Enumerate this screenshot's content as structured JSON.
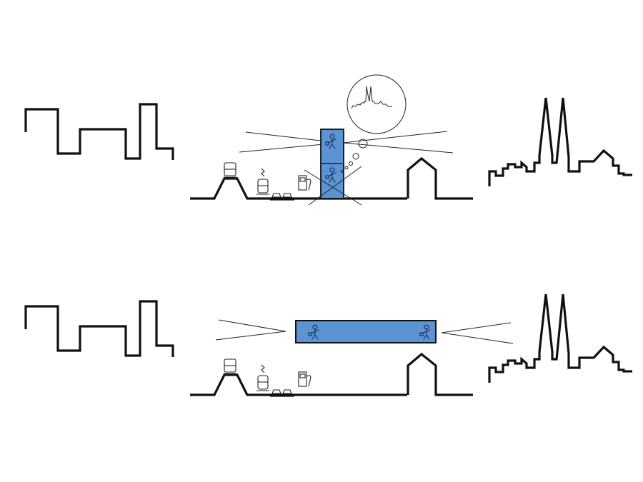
{
  "diagram": {
    "kind": "urban-section-concept",
    "panels": [
      {
        "id": "top",
        "concept": "vertical-tower",
        "tower_color": "#5b93d3",
        "tower_crossed_out": true,
        "thought_bubble": "cathedral-skyline"
      },
      {
        "id": "bottom",
        "concept": "horizontal-bar",
        "bar_color": "#5b93d3"
      }
    ],
    "icons": [
      "train-icon",
      "tram-icon",
      "cars-icon",
      "fuel-pump-icon",
      "person-icon",
      "cathedral-icon"
    ]
  }
}
